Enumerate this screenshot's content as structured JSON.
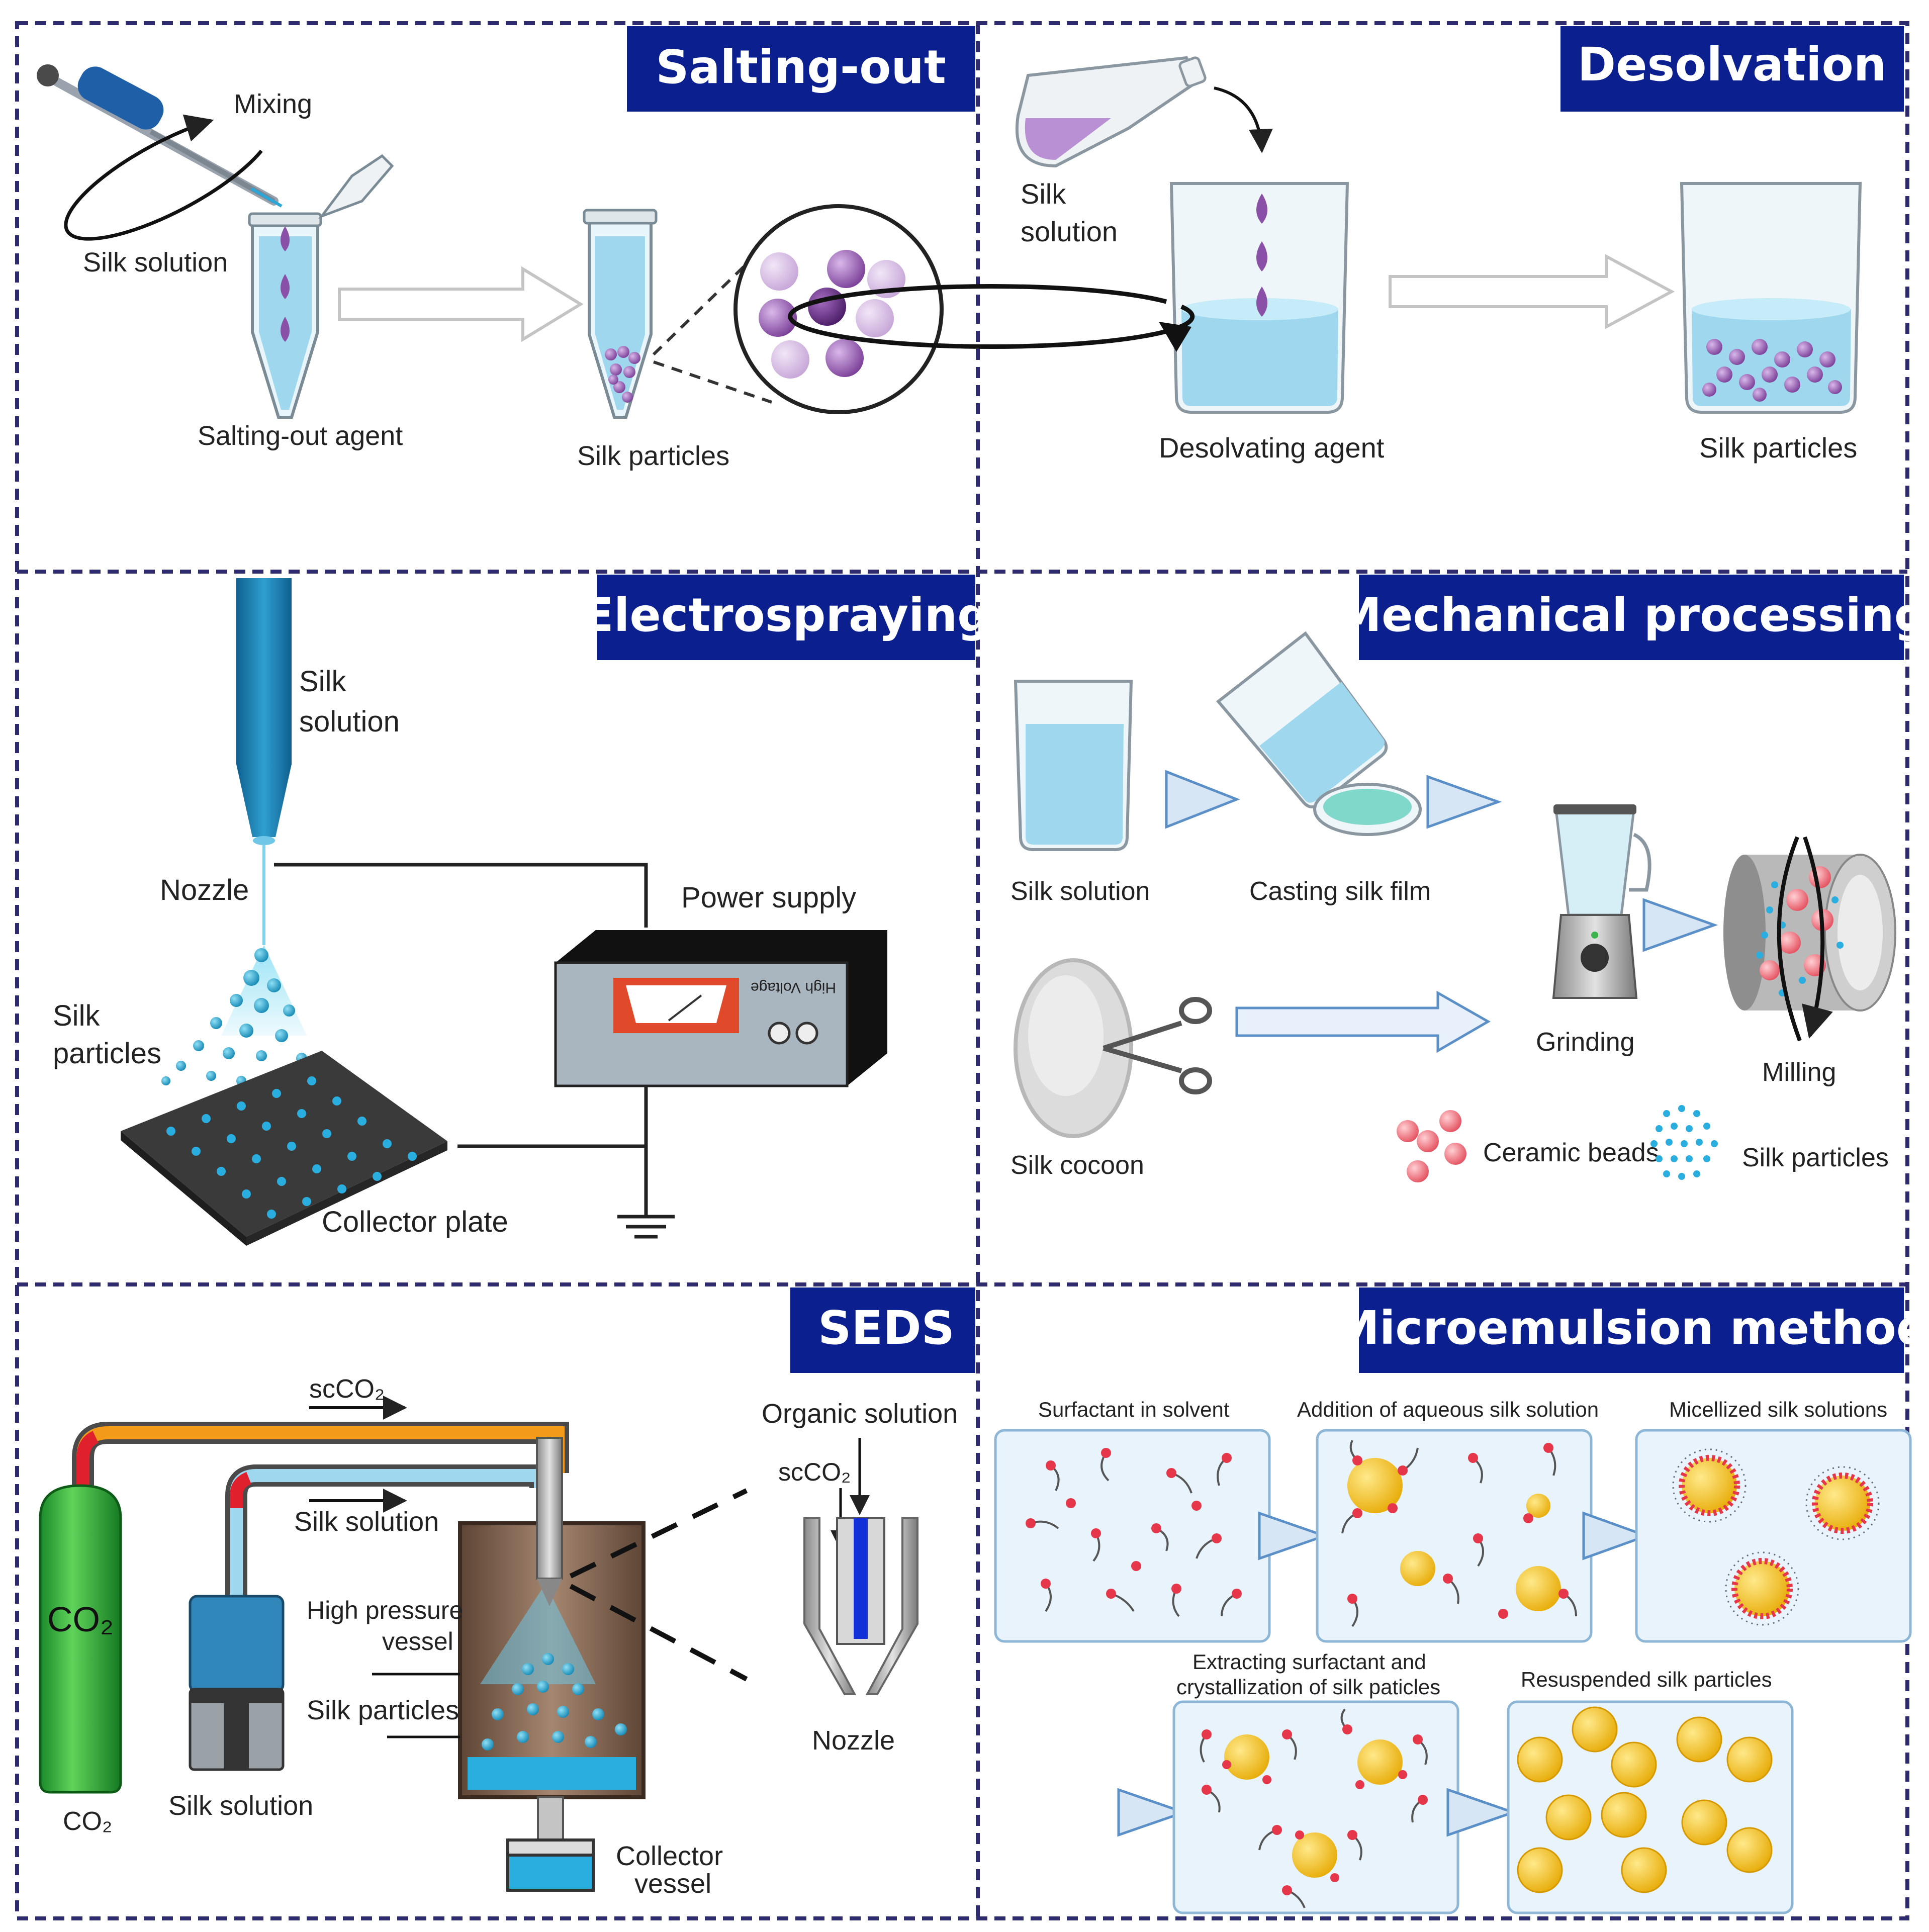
{
  "colors": {
    "title_bg": "#0b1f8f",
    "title_fg": "#ffffff",
    "divider": "#2e2b6e",
    "water": "#9fd8ee",
    "purple": "#8a4fa6",
    "gold": "#f2be1a",
    "red_bead": "#e6515f"
  },
  "panels": {
    "salting_out": {
      "title": "Salting-out",
      "mixing": "Mixing",
      "silk_solution": "Silk solution",
      "agent": "Salting-out agent",
      "particles": "Silk particles"
    },
    "desolvation": {
      "title": "Desolvation",
      "silk_line1": "Silk",
      "silk_line2": "solution",
      "agent": "Desolvating agent",
      "particles": "Silk particles"
    },
    "electrospraying": {
      "title": "Electrospraying",
      "silk_line1": "Silk",
      "silk_line2": "solution",
      "nozzle": "Nozzle",
      "power_supply": "Power supply",
      "particles_line1": "Silk",
      "particles_line2": "particles",
      "collector": "Collector plate",
      "device_label": "High Voltage"
    },
    "mechanical": {
      "title": "Mechanical processing",
      "silk_solution": "Silk solution",
      "casting": "Casting silk film",
      "grinding": "Grinding",
      "milling": "Milling",
      "cocoon": "Silk cocoon",
      "ceramic": "Ceramic beads",
      "particles": "Silk particles"
    },
    "seds": {
      "title": "SEDS",
      "sco2_top": "scCO₂",
      "silk_solution_line": "Silk solution",
      "co2_tank": "CO₂",
      "co2_bottom": "CO₂",
      "pump_label": "Silk solution",
      "vessel_line1": "High pressure",
      "vessel_line2": "vessel",
      "particles": "Silk particles",
      "collector_line1": "Collector",
      "collector_line2": "vessel",
      "organic": "Organic solution",
      "sco2_nozzle": "scCO₂",
      "nozzle": "Nozzle"
    },
    "microemulsion": {
      "title": "Microemulsion method",
      "step1": "Surfactant in solvent",
      "step2": "Addition of aqueous silk solution",
      "step3": "Micellized silk solutions",
      "step4_line1": "Extracting surfactant and",
      "step4_line2": "crystallization of silk paticles",
      "step5": "Resuspended silk particles"
    }
  }
}
